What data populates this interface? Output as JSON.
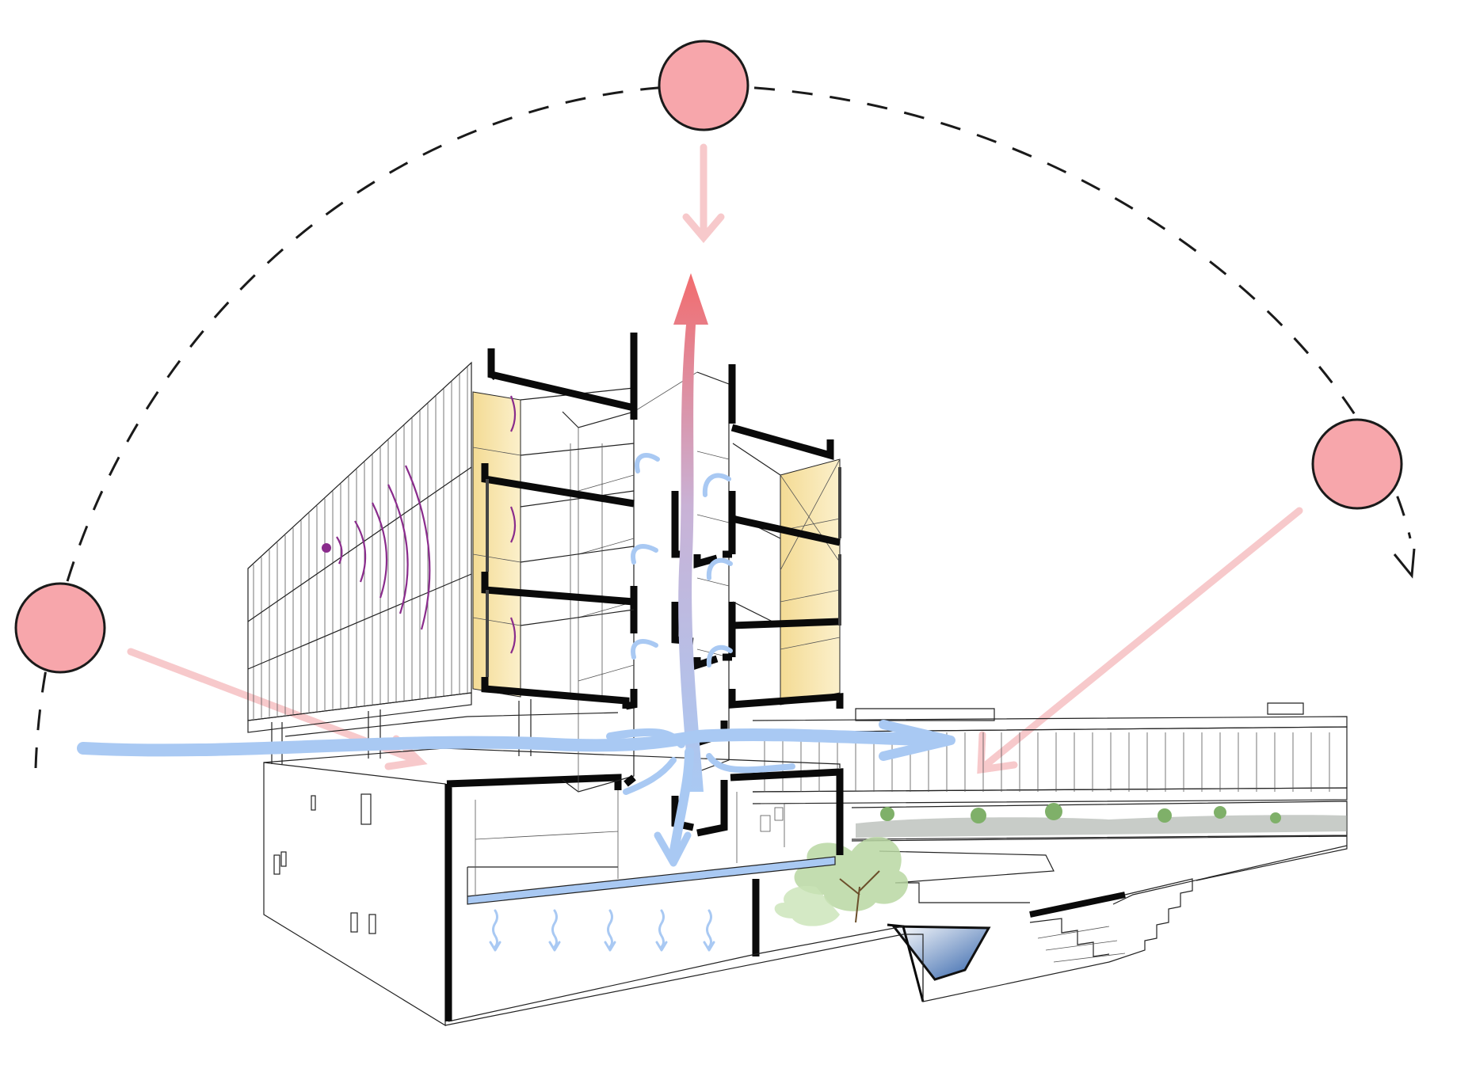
{
  "diagram": {
    "colors": {
      "sun_fill": "#f7a6ab",
      "sun_stroke": "#1a1a1a",
      "sun_path": "#1a1a1a",
      "solar_ray": "#f7c9cb",
      "hot_air": "#f26c6e",
      "airflow": "#a9c9f3",
      "shading_panel": "#f6e4a6",
      "acoustic_wave": "#8a2c8c",
      "structure": "#0a0a0a",
      "water": "#2d5fa8",
      "vegetation": "#6aa84f"
    },
    "elements": {
      "sun_path": "dashed-arc-with-arrow",
      "suns": [
        "morning-sun",
        "noon-sun",
        "evening-sun"
      ],
      "flows": [
        "solar-radiation",
        "stack-effect-hot-air",
        "cross-ventilation",
        "cool-air-drop"
      ],
      "building": "sectional-perspective",
      "landscape": [
        "courtyard-tree",
        "reflecting-pool",
        "terraced-steps",
        "neighbouring-building"
      ]
    }
  }
}
